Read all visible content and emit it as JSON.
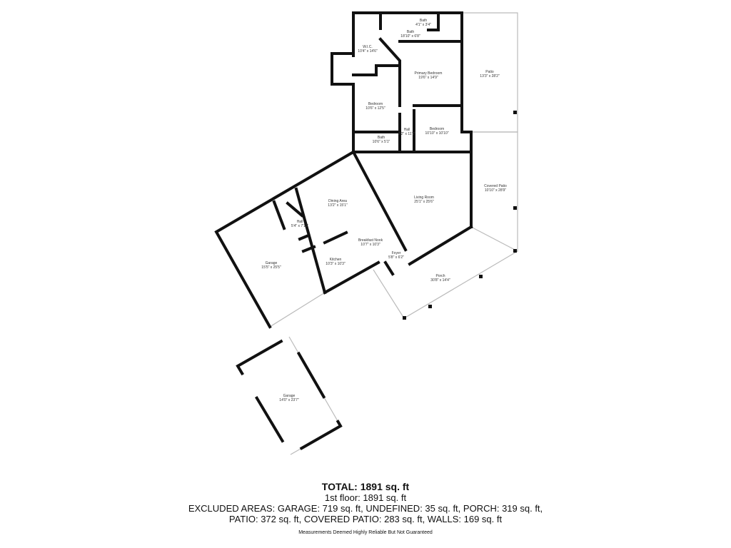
{
  "rooms": [
    {
      "name": "Bath",
      "dims": "4'1\" x 3'4\""
    },
    {
      "name": "Bath",
      "dims": "18'10\" x 6'8\""
    },
    {
      "name": "W.I.C.",
      "dims": "10'4\" x 14'6\""
    },
    {
      "name": "Primary Bedroom",
      "dims": "19'6\" x 14'9\""
    },
    {
      "name": "Patio",
      "dims": "13'3\" x 28'2\""
    },
    {
      "name": "Bedroom",
      "dims": "10'6\" x 12'5\""
    },
    {
      "name": "Hall",
      "dims": "3'2\" x 11'2\""
    },
    {
      "name": "Bedroom",
      "dims": "10'10\" x 10'10\""
    },
    {
      "name": "Bath",
      "dims": "10'6\" x 5'1\""
    },
    {
      "name": "Living Room",
      "dims": "25'1\" x 25'6\""
    },
    {
      "name": "Covered Patio",
      "dims": "10'10\" x 28'9\""
    },
    {
      "name": "Dining Area",
      "dims": "13'2\" x 15'1\""
    },
    {
      "name": "Hall",
      "dims": "5'4\" x 7'11\""
    },
    {
      "name": "Breakfast Nook",
      "dims": "10'7\" x 10'3\""
    },
    {
      "name": "Garage",
      "dims": "15'5\" x 25'5\""
    },
    {
      "name": "Kitchen",
      "dims": "10'3\" x 10'3\""
    },
    {
      "name": "Foyer",
      "dims": "5'8\" x 6'2\""
    },
    {
      "name": "Porch",
      "dims": "30'8\" x 14'4\""
    },
    {
      "name": "Garage",
      "dims": "14'0\" x 23'7\""
    }
  ],
  "summary": {
    "total": "TOTAL: 1891 sq. ft",
    "floor": "1st floor: 1891 sq. ft",
    "excluded_line1": "EXCLUDED AREAS: GARAGE: 719 sq. ft, UNDEFINED: 35 sq. ft, PORCH: 319 sq. ft,",
    "excluded_line2": "PATIO: 372 sq. ft, COVERED PATIO: 283 sq. ft, WALLS: 169 sq. ft",
    "disclaimer": "Measurements Deemed Highly Reliable But Not Guaranteed"
  }
}
